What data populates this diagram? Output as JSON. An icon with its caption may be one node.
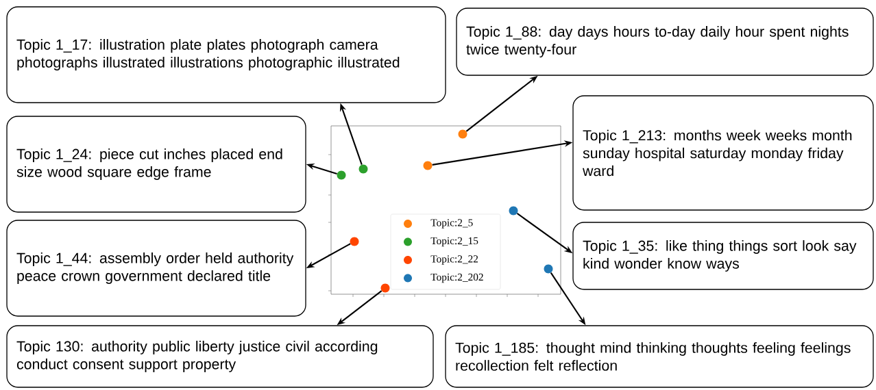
{
  "diagram": {
    "nodes": [
      {
        "text": [
          "Topic 1_17: illustration plate plates photograph camera photographs illustrated illustrations photographic illustrated"
        ]
      },
      {
        "text": [
          "Topic 1_88: day days hours to-day daily hour spent nights twice twenty-four"
        ]
      },
      {
        "text": [
          "Topic 1_213: months week weeks month sunday hospital saturday monday friday ward"
        ]
      },
      {
        "text": [
          "Topic 1_24: piece cut inches placed end size wood square edge frame"
        ]
      },
      {
        "text": [
          "Topic 1_44: assembly order held authority peace crown government declared title"
        ]
      },
      {
        "text": [
          "Topic 1_35: like thing things sort look say kind wonder know ways"
        ]
      },
      {
        "text": [
          "Topic 130: authority public liberty justice civil according conduct consent support property"
        ]
      },
      {
        "text": [
          "Topic 1_185: thought mind thinking thoughts feeling feelings recollection felt reflection"
        ]
      },
      {
        "text": [],
        "shape": "circle"
      },
      {
        "text": [],
        "shape": "circle"
      },
      {
        "text": [],
        "shape": "circle"
      },
      {
        "text": [],
        "shape": "circle"
      },
      {
        "text": [],
        "shape": "circle"
      },
      {
        "text": [],
        "shape": "circle"
      },
      {
        "text": [],
        "shape": "circle"
      },
      {
        "text": [],
        "shape": "circle"
      }
    ],
    "edges": [
      {
        "from": 9,
        "to": 0,
        "arrow": "to"
      },
      {
        "from": 13,
        "to": 1,
        "arrow": "to"
      },
      {
        "from": 12,
        "to": 2,
        "arrow": "to"
      },
      {
        "from": 8,
        "to": 3,
        "arrow": "to"
      },
      {
        "from": 10,
        "to": 4,
        "arrow": "to"
      },
      {
        "from": 14,
        "to": 5,
        "arrow": "to"
      },
      {
        "from": 11,
        "to": 6,
        "arrow": "to"
      },
      {
        "from": 15,
        "to": 7,
        "arrow": "to"
      }
    ],
    "legend": [
      {
        "text": "Topic:2_5",
        "color": "#ff7f0e"
      },
      {
        "text": "Topic:2_15",
        "color": "#2ca02c"
      },
      {
        "text": "Topic:2_22",
        "color": "#ff4500"
      },
      {
        "text": "Topic:2_202",
        "color": "#1f77b4"
      }
    ]
  }
}
